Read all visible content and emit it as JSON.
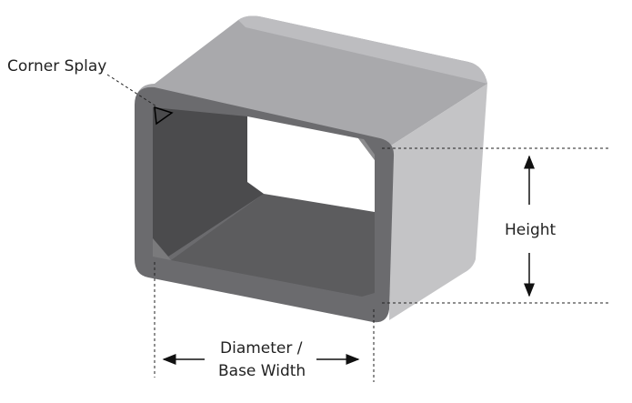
{
  "labels": {
    "corner_splay": "Corner Splay",
    "height": "Height",
    "diameter_line1": "Diameter /",
    "diameter_line2": "Base Width"
  },
  "colors": {
    "front_face": "#6b6b6e",
    "top_face": "#a9a9ac",
    "right_face": "#c4c4c6",
    "inner_wall": "#4b4b4d",
    "inner_floor": "#5c5c5e"
  }
}
